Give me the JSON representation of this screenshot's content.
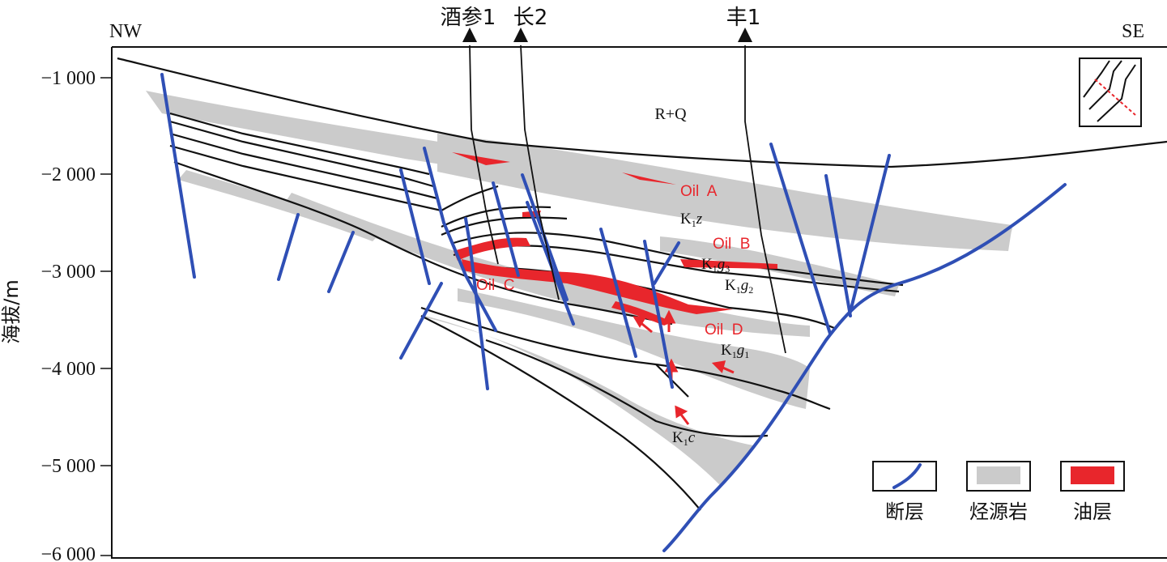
{
  "orientation": {
    "left": "NW",
    "right": "SE"
  },
  "wells": [
    {
      "name": "酒参1"
    },
    {
      "name": "长2"
    },
    {
      "name": "丰1"
    }
  ],
  "axis": {
    "ylabel": "海拔/m",
    "ticks": [
      "−1 000",
      "−2 000",
      "−3 000",
      "−4 000",
      "−5 000",
      "−6 000"
    ]
  },
  "formations": {
    "rq": "R+Q",
    "k1z": {
      "base": "K",
      "sub": "1",
      "tail": "z"
    },
    "k1g3": {
      "base": "K",
      "sub": "1",
      "tail": "g",
      "tailsub": "3"
    },
    "k1g2": {
      "base": "K",
      "sub": "1",
      "tail": "g",
      "tailsub": "2"
    },
    "k1g1": {
      "base": "K",
      "sub": "1",
      "tail": "g",
      "tailsub": "1"
    },
    "k1c": {
      "base": "K",
      "sub": "1",
      "tail": "c"
    }
  },
  "oil_layers": [
    "Oil  A",
    "Oil  B",
    "Oil  C",
    "Oil  D"
  ],
  "legend": {
    "fault": "断层",
    "source_rock": "烃源岩",
    "oil_layer": "油层"
  },
  "colors": {
    "fault": "#2f4fb5",
    "source_rock": "#cbcbcb",
    "oil": "#e8262c",
    "horizon": "#111111"
  }
}
